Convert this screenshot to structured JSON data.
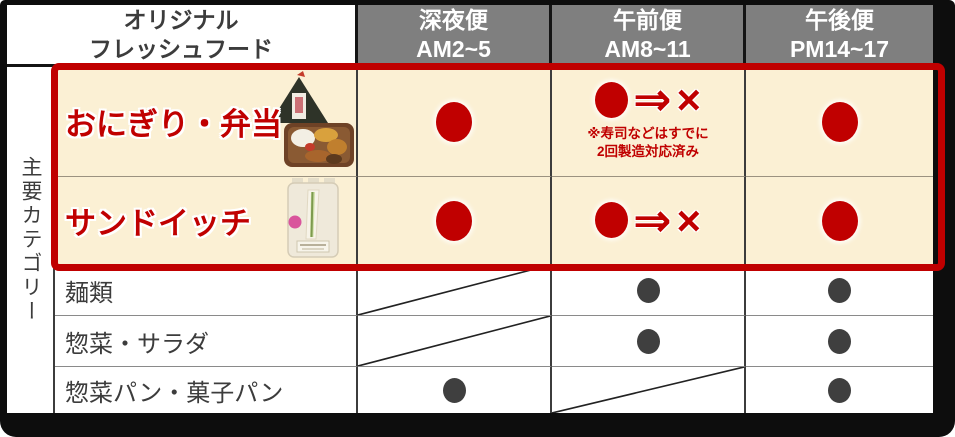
{
  "colors": {
    "accent_red": "#c00000",
    "header_gray": "#7f7f7f",
    "highlight_cream": "#fbf0d4",
    "dot_dark": "#3f3f3f",
    "frame_black": "#0d0d0d"
  },
  "symbols": {
    "dot": "●",
    "arrow": "⇒",
    "cross": "×"
  },
  "table": {
    "corner": {
      "line1": "オリジナル",
      "line2": "フレッシュフード"
    },
    "row_axis_label": "主要カテゴリー",
    "columns": [
      {
        "label": "深夜便",
        "time": "AM2~5"
      },
      {
        "label": "午前便",
        "time": "AM8~11"
      },
      {
        "label": "午後便",
        "time": "PM14~17"
      }
    ],
    "rows": [
      {
        "category": "おにぎり・弁当",
        "highlighted": true,
        "icon": "onigiri-bento-photo",
        "cells": [
          {
            "type": "red-dot"
          },
          {
            "type": "red-dot-arrow-cross",
            "note_lines": [
              "※寿司などはすでに",
              "2回製造対応済み"
            ]
          },
          {
            "type": "red-dot"
          }
        ]
      },
      {
        "category": "サンドイッチ",
        "highlighted": true,
        "icon": "sandwich-photo",
        "cells": [
          {
            "type": "red-dot"
          },
          {
            "type": "red-dot-arrow-cross"
          },
          {
            "type": "red-dot"
          }
        ]
      },
      {
        "category": "麺類",
        "highlighted": false,
        "cells": [
          {
            "type": "diagonal"
          },
          {
            "type": "dark-dot"
          },
          {
            "type": "dark-dot"
          }
        ]
      },
      {
        "category": "惣菜・サラダ",
        "highlighted": false,
        "cells": [
          {
            "type": "diagonal"
          },
          {
            "type": "dark-dot"
          },
          {
            "type": "dark-dot"
          }
        ]
      },
      {
        "category": "惣菜パン・菓子パン",
        "highlighted": false,
        "cells": [
          {
            "type": "dark-dot"
          },
          {
            "type": "diagonal"
          },
          {
            "type": "dark-dot"
          }
        ]
      }
    ]
  }
}
